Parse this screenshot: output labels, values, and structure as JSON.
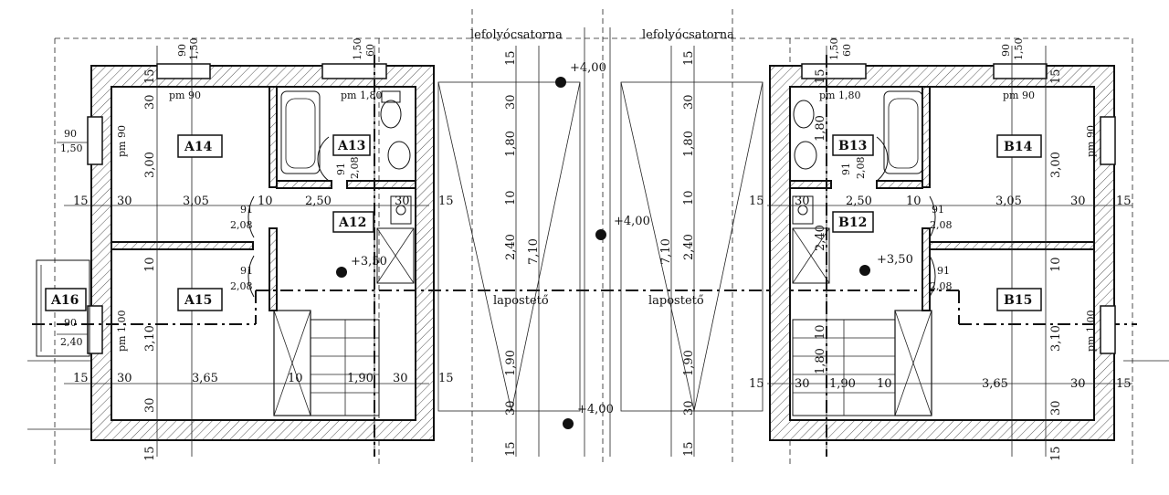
{
  "top_labels": {
    "gutter_left": "lefolyócsatorna",
    "gutter_right": "lefolyócsatorna"
  },
  "rooms_a": {
    "a14": "A14",
    "a13": "A13",
    "a12": "A12",
    "a15": "A15",
    "a16": "A16"
  },
  "rooms_b": {
    "b13": "B13",
    "b14": "B14",
    "b12": "B12",
    "b15": "B15"
  },
  "roof": {
    "left": "lapostető",
    "right": "lapostető"
  },
  "levels": {
    "top": "+4,00",
    "mid": "+4,00",
    "bottom": "+4,00",
    "a_floor": "+3,50",
    "b_floor": "+3,50"
  },
  "windows": {
    "pm90": "pm 90",
    "pm180": "pm 1,80",
    "pm90v": "pm 90",
    "pm100": "pm 1,00"
  },
  "doors": {
    "d91_208": "91",
    "d208": "2,08"
  },
  "dims": {
    "d15": "15",
    "d30": "30",
    "d10": "10",
    "d90": "90",
    "d150": "1,50",
    "d60": "60",
    "d240": "2,40",
    "d305": "3,05",
    "d250": "2,50",
    "d365": "3,65",
    "d190": "1,90",
    "d300": "3,00",
    "d310": "3,10",
    "d180": "1,80",
    "d710": "7,10"
  }
}
